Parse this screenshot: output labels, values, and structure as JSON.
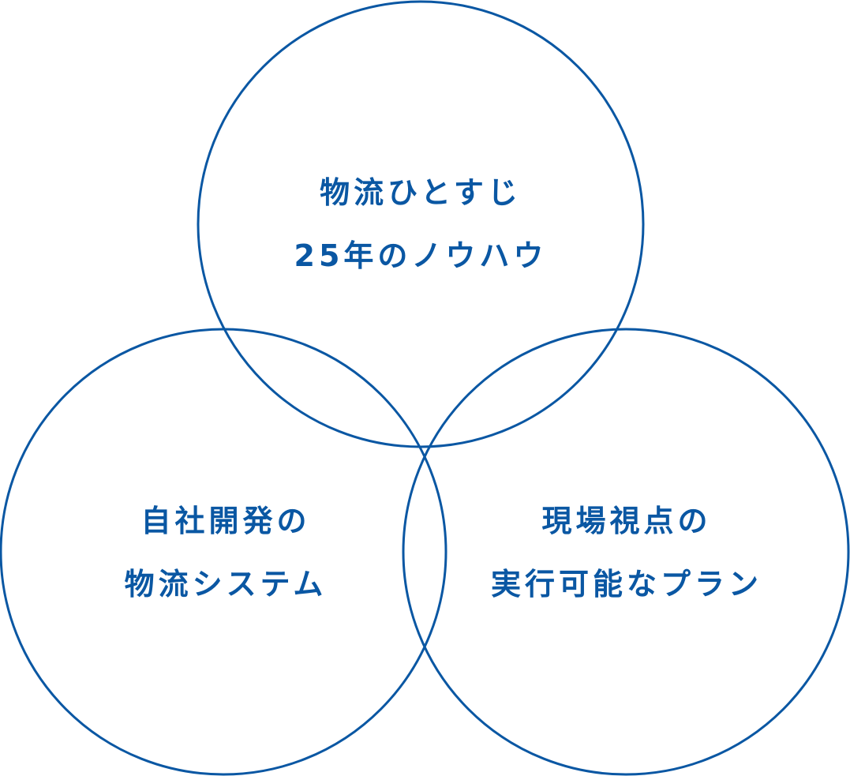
{
  "colors": {
    "stroke": "#0a57a3",
    "text": "#0a57a3",
    "background": "#ffffff"
  },
  "circles": {
    "top": {
      "line1": "物流ひとすじ",
      "line2": "25年のノウハウ"
    },
    "left": {
      "line1": "自社開発の",
      "line2": "物流システム"
    },
    "right": {
      "line1": "現場視点の",
      "line2": "実行可能なプラン"
    }
  }
}
